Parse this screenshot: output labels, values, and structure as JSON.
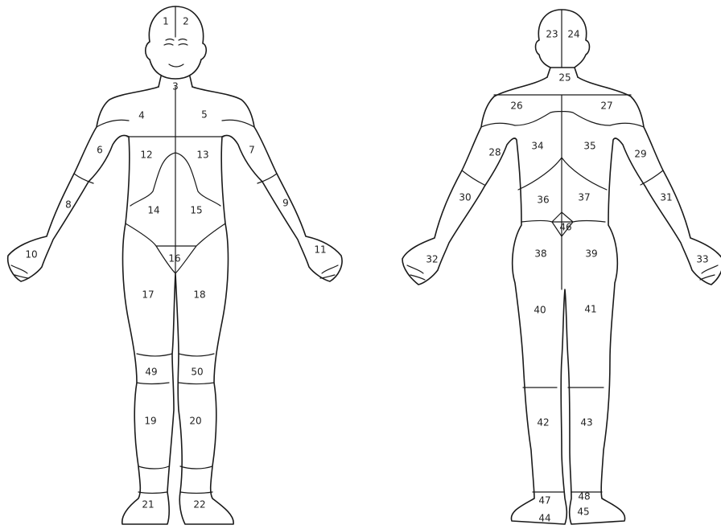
{
  "diagram": {
    "front_figure": {
      "regions": [
        "1",
        "2",
        "3",
        "4",
        "5",
        "6",
        "7",
        "8",
        "9",
        "10",
        "11",
        "12",
        "13",
        "14",
        "15",
        "16",
        "17",
        "18",
        "49",
        "50",
        "19",
        "20",
        "21",
        "22"
      ]
    },
    "back_figure": {
      "regions": [
        "23",
        "24",
        "25",
        "26",
        "27",
        "28",
        "29",
        "30",
        "31",
        "32",
        "33",
        "34",
        "35",
        "36",
        "37",
        "46",
        "38",
        "39",
        "40",
        "41",
        "42",
        "43",
        "47",
        "48",
        "44",
        "45"
      ]
    }
  }
}
